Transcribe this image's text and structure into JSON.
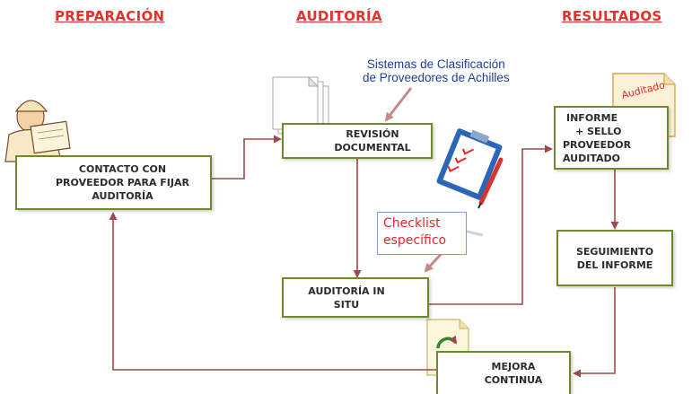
{
  "headers": {
    "preparacion": "PREPARACIÓN",
    "auditoria": "AUDITORÍA",
    "resultados": "RESULTADOS"
  },
  "boxes": {
    "contacto": [
      "CONTACTO CON",
      "PROVEEDOR PARA FIJAR",
      "AUDITORÍA"
    ],
    "revision": [
      "REVISIÓN",
      "DOCUMENTAL"
    ],
    "auditoria_situ": [
      "AUDITORÍA IN",
      "SITU"
    ],
    "informe": [
      "INFORME",
      "+ SELLO",
      "PROVEEDOR",
      "AUDITADO"
    ],
    "seguimiento": [
      "SEGUIMIENTO",
      "DEL INFORME"
    ],
    "mejora": [
      "MEJORA",
      "CONTINUA"
    ]
  },
  "notes": {
    "sistemas": [
      "Sistemas de Clasificación",
      "de Proveedores de Achilles"
    ],
    "checklist": [
      "Checklist",
      "específico"
    ],
    "stamp": "Auditado"
  },
  "colors": {
    "header": "#e8302b",
    "box_border": "#6c8a2a",
    "arrow": "#9e4a49",
    "note_text": "#1f3f9a",
    "checklist_text": "#e8262b"
  }
}
